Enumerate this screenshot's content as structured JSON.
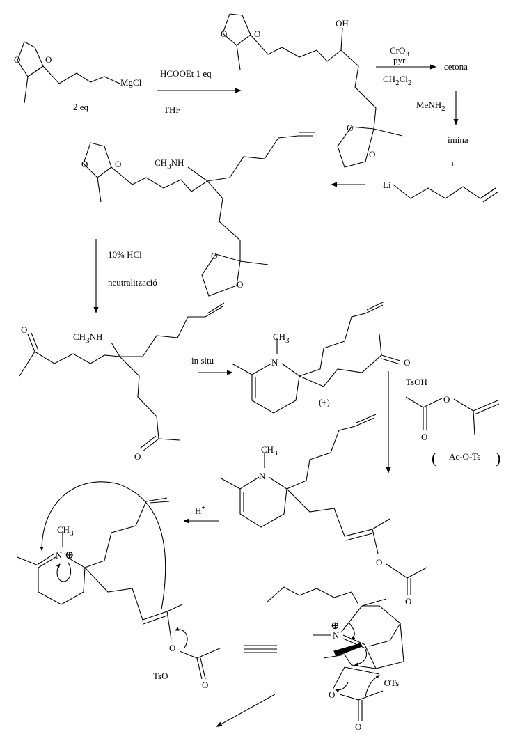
{
  "reagents": {
    "step1_top": "HCOOEt  1 eq",
    "step1_bottom": "THF",
    "grignard_eq": "2 eq",
    "oxidant": "CrO",
    "oxidant_sub": "3",
    "pyr": "pyr",
    "solvent": "CH",
    "solvent_sub1": "2",
    "solvent_cl": "Cl",
    "solvent_sub2": "2",
    "ketone": "cetona",
    "amine": "MeNH",
    "amine_sub": "2",
    "imine": "imina",
    "plus": "+",
    "hydrolysis": "10% HCl",
    "neutralize": "neutralització",
    "in_situ": "in situ",
    "racemic": "(±)",
    "acid": "TsOH",
    "ac_o_ts": "Ac-O-Ts",
    "paren_open": "(",
    "paren_close": ")",
    "proton": "H",
    "proton_sup": "+"
  },
  "atoms": {
    "O": "O",
    "OH": "OH",
    "MgCl": "MgCl",
    "Li": "Li",
    "N": "N",
    "CH": "CH",
    "sub3": "3",
    "NH": "NH",
    "oplus": "⊕",
    "TsO": "TsO",
    "minus": "-",
    "OTs": "OTs",
    "equiv": "≡"
  }
}
